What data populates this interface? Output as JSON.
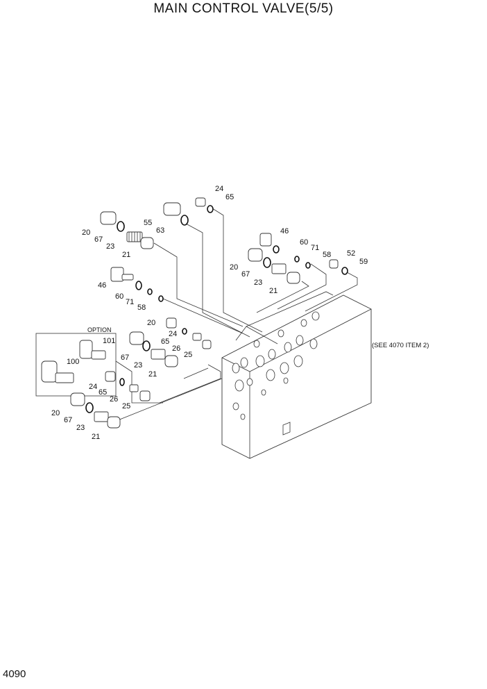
{
  "title": "MAIN CONTROL VALVE(5/5)",
  "page_number": "4090",
  "note": "(SEE 4070 ITEM 2)",
  "option_label": "OPTION",
  "labels": {
    "l24a": "24",
    "l65a": "65",
    "l20a": "20",
    "l67a": "67",
    "l23a": "23",
    "l21a": "21",
    "l55": "55",
    "l63": "63",
    "l46a": "46",
    "l60a": "60",
    "l71a": "71",
    "l58a": "58",
    "l20b": "20",
    "l67b": "67",
    "l23b": "23",
    "l21b": "21",
    "l52": "52",
    "l59": "59",
    "l46b": "46",
    "l60b": "60",
    "l71b": "71",
    "l58b": "58",
    "l20c": "20",
    "l24b": "24",
    "l65b": "65",
    "l26a": "26",
    "l67c": "67",
    "l23c": "23",
    "l25a": "25",
    "l21c": "21",
    "l101": "101",
    "l100": "100",
    "l24c": "24",
    "l65c": "65",
    "l26b": "26",
    "l25b": "25",
    "l20d": "20",
    "l67d": "67",
    "l23d": "23",
    "l21d": "21"
  }
}
